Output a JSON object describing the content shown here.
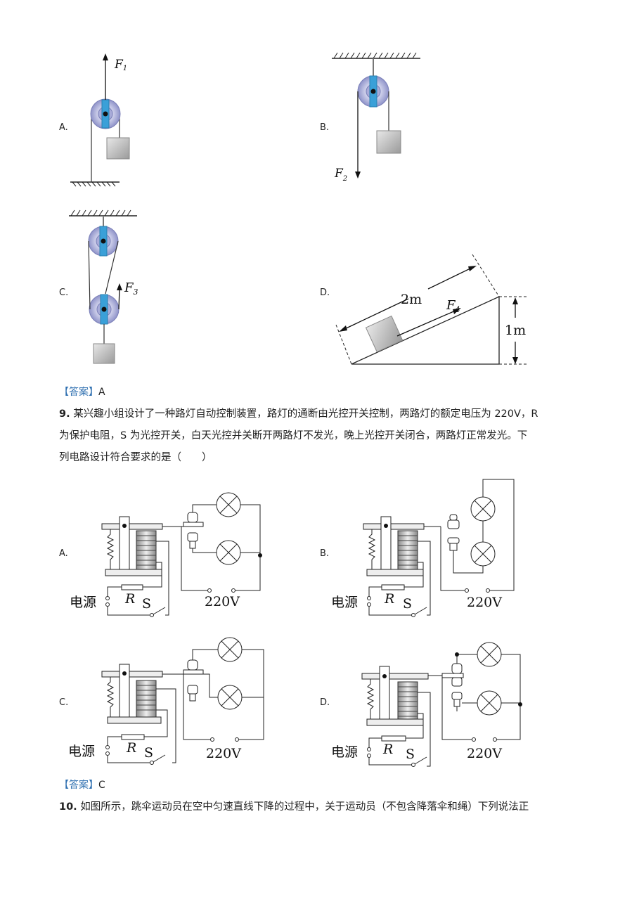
{
  "pulleys": {
    "A": {
      "label": "A.",
      "force": "F",
      "sub": "1"
    },
    "B": {
      "label": "B.",
      "force": "F",
      "sub": "2"
    },
    "C": {
      "label": "C.",
      "force": "F",
      "sub": "3"
    },
    "D": {
      "label": "D.",
      "force": "F",
      "sub": "4",
      "length": "2m",
      "height": "1m"
    }
  },
  "answer8": {
    "tag": "【答案】",
    "value": "A"
  },
  "q9": {
    "number": "9.",
    "line1": "某兴趣小组设计了一种路灯自动控制装置，路灯的通断由光控开关控制，两路灯的额定电压为 220V，R",
    "line2": "为保护电阻，S 为光控开关，白天光控并关断开两路灯不发光，晚上光控开关闭合，两路灯正常发光。下",
    "line3": "列电路设计符合要求的是（　　）"
  },
  "circuits": {
    "A": {
      "label": "A.",
      "source": "电源",
      "resistor": "R",
      "switch": "S",
      "voltage": "220V"
    },
    "B": {
      "label": "B.",
      "source": "电源",
      "resistor": "R",
      "switch": "S",
      "voltage": "220V"
    },
    "C": {
      "label": "C.",
      "source": "电源",
      "resistor": "R",
      "switch": "S",
      "voltage": "220V"
    },
    "D": {
      "label": "D.",
      "source": "电源",
      "resistor": "R",
      "switch": "S",
      "voltage": "220V"
    }
  },
  "answer9": {
    "tag": "【答案】",
    "value": "C"
  },
  "q10": {
    "number": "10.",
    "text": "如图所示，跳伞运动员在空中匀速直线下降的过程中，关于运动员（不包含降落伞和绳）下列说法正"
  }
}
